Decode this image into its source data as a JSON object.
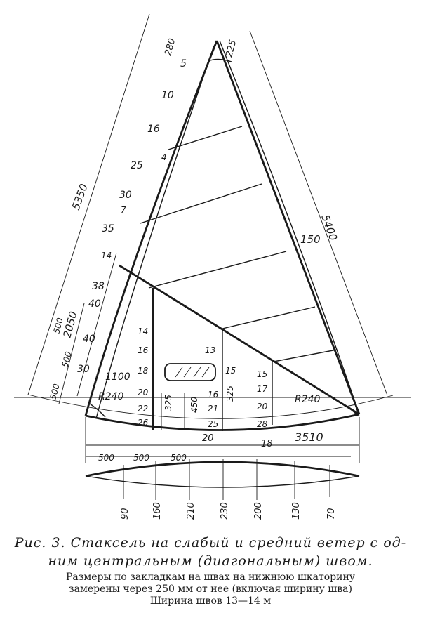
{
  "figure": {
    "caption_line1": "Рис. 3. Стаксель на слабый и средний ветер с од-",
    "caption_line2": "ним центральным (диагональным) швом.",
    "note_line1": "Размеры по закладкам на швах на нижнюю шкаторину",
    "note_line2": "замерены через 250 мм от нее (включая ширину шва)",
    "note_line3": "Ширина швов 13—14 м"
  },
  "dimensions": {
    "luff_length": "5350",
    "leech_length": "5400",
    "foot_length": "3510",
    "head_luff_offset": "280",
    "head_leech_offset": "225",
    "leech_round": "150",
    "luff_lower": "2050",
    "radius_tack": "R240",
    "radius_clew": "R240",
    "window_height": "1100",
    "seam_spacing_a": "500",
    "seam_spacing_b": "500",
    "seam_spacing_c": "500",
    "inner_425": "325",
    "inner_450": "450",
    "inner_325b": "325",
    "gap_20": "20",
    "gap_18": "18",
    "foot_seg_1": "500",
    "foot_seg_2": "500",
    "foot_seg_3": "500"
  },
  "luff_tucks": [
    "5",
    "10",
    "16",
    "4",
    "25",
    "30",
    "7",
    "35",
    "14",
    "38",
    "40",
    "40",
    "30"
  ],
  "seam_tucks": {
    "col_left": [
      "14",
      "16",
      "18",
      "20",
      "22",
      "26"
    ],
    "col_mid": [
      "13",
      "15",
      "16",
      "21",
      "25"
    ],
    "col_right": [
      "15",
      "17",
      "20",
      "28"
    ]
  },
  "foot_round": [
    "90",
    "160",
    "210",
    "230",
    "200",
    "130",
    "70"
  ]
}
